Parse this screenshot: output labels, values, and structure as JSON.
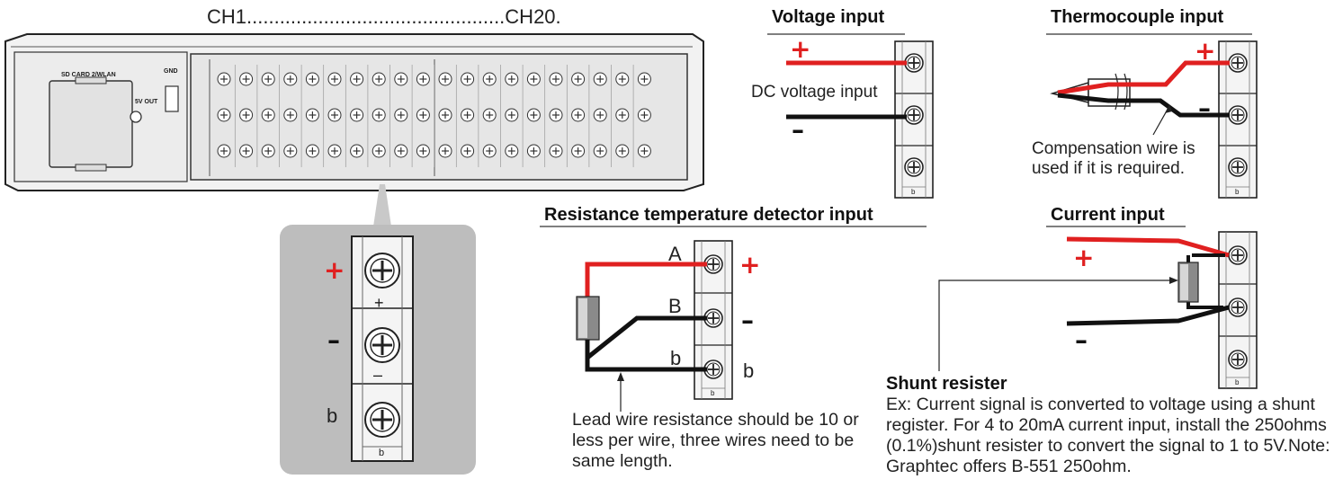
{
  "channel_range": {
    "start": "CH1",
    "dots": "...............................................",
    "end": "CH20."
  },
  "device": {
    "sd_card_label": "SD CARD 2/WLAN",
    "gnd_label": "GND",
    "five_v_label": "5V OUT"
  },
  "zoom_panel": {
    "plus": "+",
    "minus": "–",
    "b": "b",
    "block_plus": "+",
    "block_minus": "–",
    "block_b": "b"
  },
  "voltage": {
    "title": "Voltage input",
    "desc": "DC voltage input",
    "plus": "+",
    "minus": "–",
    "block_b": "b"
  },
  "thermocouple": {
    "title": "Thermocouple input",
    "plus": "+",
    "minus": "–",
    "note_line1": "Compensation wire is",
    "note_line2": "used if it is required.",
    "block_b": "b"
  },
  "rtd": {
    "title": "Resistance temperature detector input",
    "label_a": "A",
    "label_b_upper": "B",
    "label_b_lower": "b",
    "plus": "+",
    "minus": "–",
    "b": "b",
    "lead_note": "Lead wire resistance should be 10   or less per wire, three wires need to be same length.",
    "block_b": "b"
  },
  "current": {
    "title": "Current input",
    "plus": "+",
    "minus": "–",
    "block_b": "b"
  },
  "shunt": {
    "title": "Shunt resister",
    "text": "Ex: Current signal is converted to voltage using a shunt register. For 4 to 20mA current input, install the 250ohms (0.1%)shunt resister to convert the signal to 1 to 5V.Note: Graphtec offers B-551 250ohm."
  },
  "colors": {
    "wire_red": "#e02020",
    "wire_black": "#111111",
    "panel_gray": "#bdbdbd",
    "terminal_fill": "#f4f4f4"
  }
}
